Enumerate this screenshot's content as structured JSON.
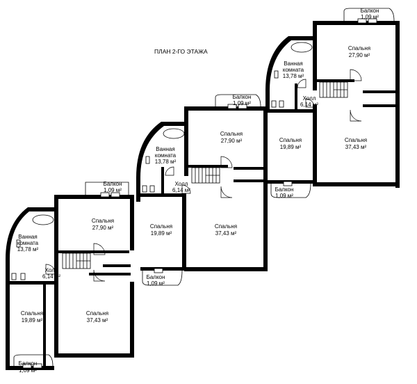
{
  "title": "ПЛАН 2-ГО ЭТАЖА",
  "units": [
    {
      "bath": {
        "name_1": "Ванная",
        "name_2": "комната",
        "area": "13,78 м²"
      },
      "hall": {
        "name": "Холл",
        "area": "6,14 м²"
      },
      "bed_top": {
        "name": "Спальня",
        "area": "27,90 м²"
      },
      "bed_small": {
        "name": "Спальня",
        "area": "19,89 м²"
      },
      "bed_big": {
        "name": "Спальня",
        "area": "37,43 м²"
      },
      "balcony_top": {
        "name": "Балкон",
        "area": "1,09 м²"
      },
      "balcony_bottom": {
        "name": "Балкон",
        "area": "1,09 м²"
      }
    },
    {
      "bath": {
        "name_1": "Ванная",
        "name_2": "комната",
        "area": "13,78 м²"
      },
      "hall": {
        "name": "Холл",
        "area": "6,14 м²"
      },
      "bed_top": {
        "name": "Спальня",
        "area": "27,90 м²"
      },
      "bed_small": {
        "name": "Спальня",
        "area": "19,89 м²"
      },
      "bed_big": {
        "name": "Спальня",
        "area": "37,43 м²"
      },
      "balcony_top": {
        "name": "Балкон",
        "area": "1,09 м²"
      },
      "balcony_bottom": {
        "name": "Балкон",
        "area": "1,09 м²"
      }
    },
    {
      "bath": {
        "name_1": "Ванная",
        "name_2": "комната",
        "area": "13,78 м²"
      },
      "hall": {
        "name": "Холл",
        "area": "6,14 м²"
      },
      "bed_top": {
        "name": "Спальня",
        "area": "27,90 м²"
      },
      "bed_small": {
        "name": "Спальня",
        "area": "19,89 м²"
      },
      "bed_big": {
        "name": "Спальня",
        "area": "37,43 м²"
      },
      "balcony_top": {
        "name": "Балкон",
        "area": "1,09 м²"
      },
      "balcony_bottom": {
        "name": "Балкон",
        "area": "1,09 м²"
      }
    }
  ]
}
